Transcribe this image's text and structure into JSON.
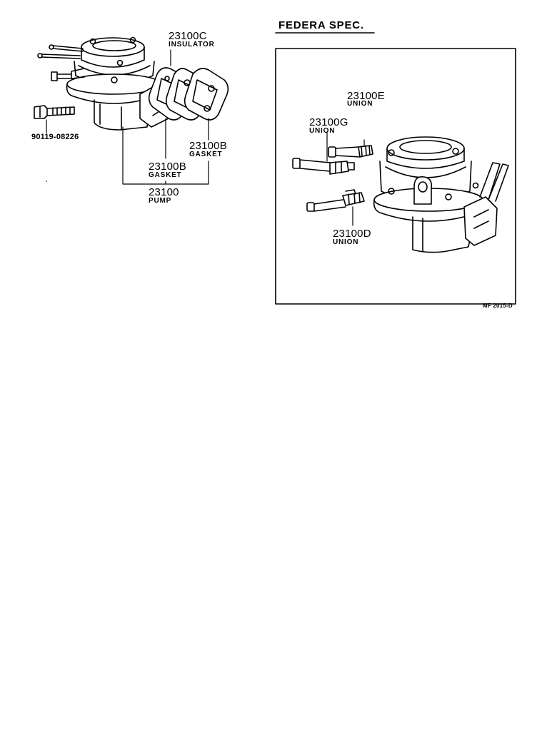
{
  "left_diagram": {
    "insulator": {
      "part_no": "23100C",
      "desc": "INSULATOR"
    },
    "gasket_outer": {
      "part_no": "23100B",
      "desc": "GASKET"
    },
    "gasket_inner": {
      "part_no": "23100B",
      "desc": "GASKET"
    },
    "pump": {
      "part_no": "23100",
      "desc": "PUMP"
    },
    "bolt": {
      "part_no": "90119-08226"
    }
  },
  "right_panel": {
    "title": "FEDERA SPEC.",
    "union_e": {
      "part_no": "23100E",
      "desc": "UNION"
    },
    "union_g": {
      "part_no": "23100G",
      "desc": "UNION"
    },
    "union_d": {
      "part_no": "23100D",
      "desc": "UNION"
    },
    "figure_code": "MF 2015-D"
  }
}
